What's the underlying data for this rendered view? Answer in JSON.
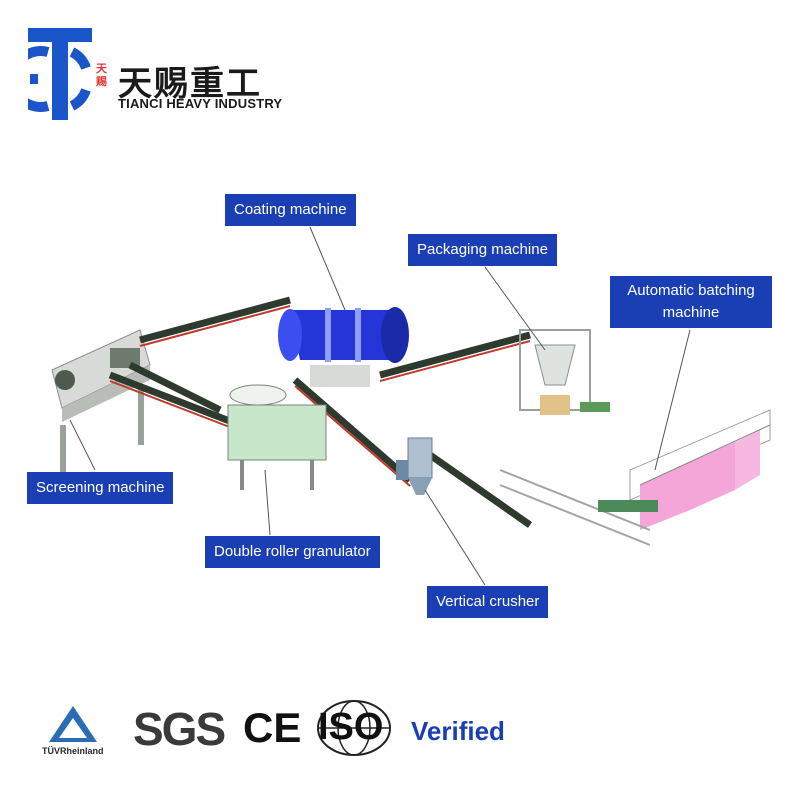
{
  "brand": {
    "chinese_name": "天赐重工",
    "small_chinese": "天赐",
    "english_name": "TIANCI HEAVY INDUSTRY"
  },
  "labels": {
    "coating": "Coating machine",
    "packaging": "Packaging machine",
    "batching": "Automatic batching machine",
    "screening": "Screening machine",
    "granulator": "Double roller granulator",
    "crusher": "Vertical crusher"
  },
  "certifications": {
    "tuv": "TÜVRheinland",
    "sgs": "SGS",
    "ce": "CE",
    "iso": "ISO",
    "verified": "Verified"
  },
  "colors": {
    "label_bg": "#1a3fb5",
    "brand_blue": "#1a56c9",
    "brand_red": "#e53935",
    "drum_blue": "#2436d8",
    "machine_green": "#c8e6c9",
    "bin_pink": "#f4a6d8"
  }
}
